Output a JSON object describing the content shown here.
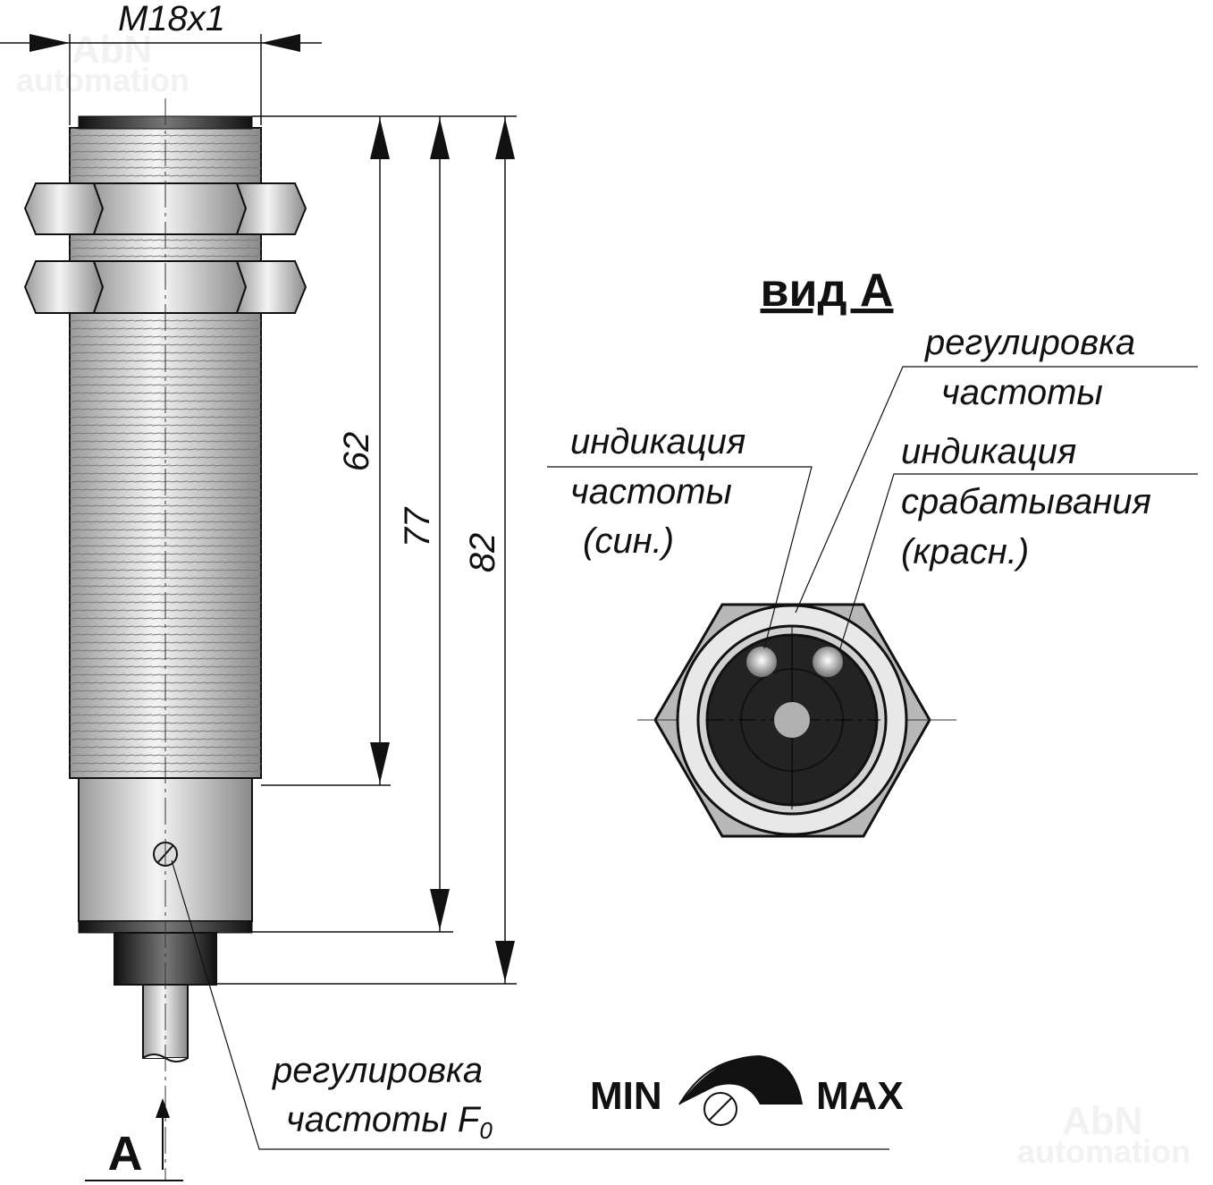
{
  "watermark": {
    "brand": "AbN",
    "sub": "automation"
  },
  "dimensions": {
    "thread": "M18x1",
    "length_thread": "62",
    "length_body": "77",
    "length_total": "82"
  },
  "view_a": {
    "title": "вид А",
    "freq_adjust": {
      "line1": "регулировка",
      "line2": "частоты"
    },
    "freq_indication": {
      "line1": "индикация",
      "line2": "частоты",
      "line3": "(син.)"
    },
    "trigger_indication": {
      "line1": "индикация",
      "line2": "срабатывания",
      "line3": "(красн.)"
    }
  },
  "bottom": {
    "adjust_line1": "регулировка",
    "adjust_line2": "частоты F",
    "adjust_sub": "0",
    "min_label": "MIN",
    "max_label": "MAX",
    "view_marker": "A"
  },
  "colors": {
    "line": "#111111",
    "metal": "#d8d8d8",
    "dark": "#222222"
  }
}
